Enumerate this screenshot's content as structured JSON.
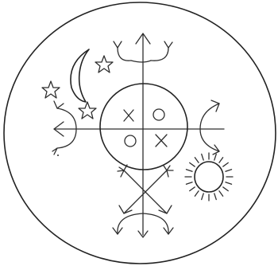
{
  "drawing": {
    "ink_color": "#2e2e2e",
    "paper_color": "#ffffff",
    "glyphs": {
      "top_left_mark": "X",
      "top_right_mark": "O",
      "bottom_left_mark": "O",
      "bottom_right_mark": "X"
    },
    "motifs": [
      "outer-circle-frame",
      "vertical-axis-arrow",
      "horizontal-axis-arrow",
      "crossed-arrows",
      "crescent-moon",
      "pentagram-stars",
      "sun-with-rays",
      "inner-circle-with-marks"
    ]
  }
}
